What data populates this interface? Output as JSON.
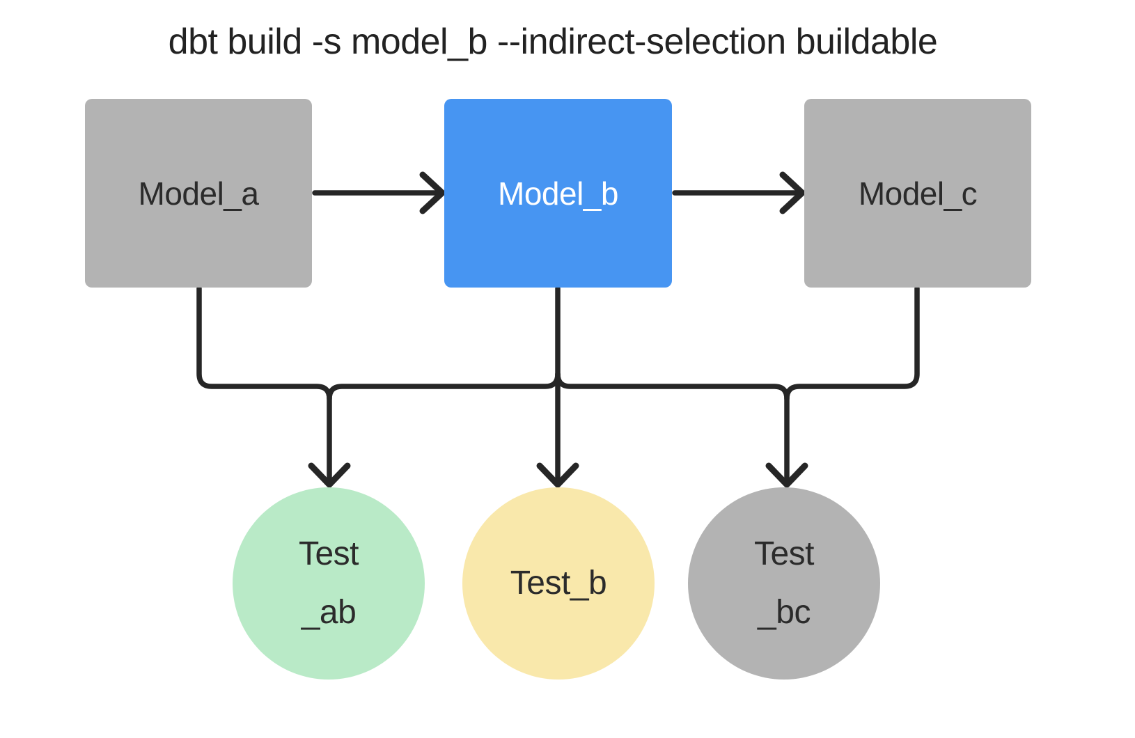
{
  "title": "dbt build -s model_b --indirect-selection buildable",
  "nodes": {
    "models": [
      {
        "label": "Model_a",
        "color": "#b3b3b3",
        "text_color": "#2b2b2b"
      },
      {
        "label": "Model_b",
        "color": "#4795f2",
        "text_color": "#ffffff"
      },
      {
        "label": "Model_c",
        "color": "#b3b3b3",
        "text_color": "#2b2b2b"
      }
    ],
    "tests": [
      {
        "line1": "Test",
        "line2": "_ab",
        "color": "#b9eac7"
      },
      {
        "line1": "Test_b",
        "color": "#f9e8ab"
      },
      {
        "line1": "Test",
        "line2": "_bc",
        "color": "#b3b3b3"
      }
    ]
  },
  "edges": [
    {
      "from": "Model_a",
      "to": "Model_b"
    },
    {
      "from": "Model_b",
      "to": "Model_c"
    },
    {
      "from": "Model_a",
      "to": "Test_ab"
    },
    {
      "from": "Model_b",
      "to": "Test_ab"
    },
    {
      "from": "Model_b",
      "to": "Test_b"
    },
    {
      "from": "Model_b",
      "to": "Test_bc"
    },
    {
      "from": "Model_c",
      "to": "Test_bc"
    }
  ],
  "colors": {
    "background": "#ffffff",
    "line": "#262626",
    "title_text": "#222222"
  }
}
